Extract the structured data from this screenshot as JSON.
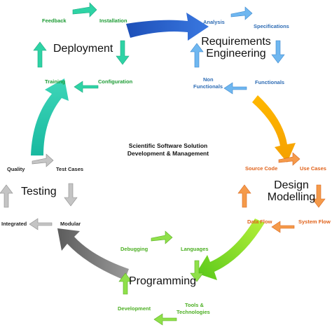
{
  "center": {
    "line1": "Scientific Software Solution",
    "line2": "Development & Management"
  },
  "stages": {
    "deployment": {
      "title": "Deployment",
      "items": [
        "Feedback",
        "Installation",
        "Training",
        "Configuration"
      ],
      "color": "#22c4a0"
    },
    "requirements": {
      "title_line1": "Requirements",
      "title_line2": "Engineering",
      "items": [
        "Analysis",
        "Specifications",
        "Non",
        "Functionals",
        "Functionals"
      ],
      "color": "#4a9ee0"
    },
    "design": {
      "title_line1": "Design",
      "title_line2": "Modelling",
      "items": [
        "Source Code",
        "Use Cases",
        "Data Flow",
        "System Flow"
      ],
      "color": "#f07a2a"
    },
    "programming": {
      "title": "Programming",
      "items": [
        "Debugging",
        "Languages",
        "Development",
        "Tools &",
        "Technologies"
      ],
      "color": "#6ec43a"
    },
    "testing": {
      "title": "Testing",
      "items": [
        "Quality",
        "Test Cases",
        "Integrated",
        "Modular"
      ],
      "color": "#a8a8a8"
    }
  },
  "arrow_colors": {
    "deploy_to_req": "#2d62c9",
    "req_to_design": "#f5b400",
    "design_to_prog": "#7ed321",
    "prog_to_test": "#707070",
    "test_to_deploy": "#2ec9b0"
  }
}
